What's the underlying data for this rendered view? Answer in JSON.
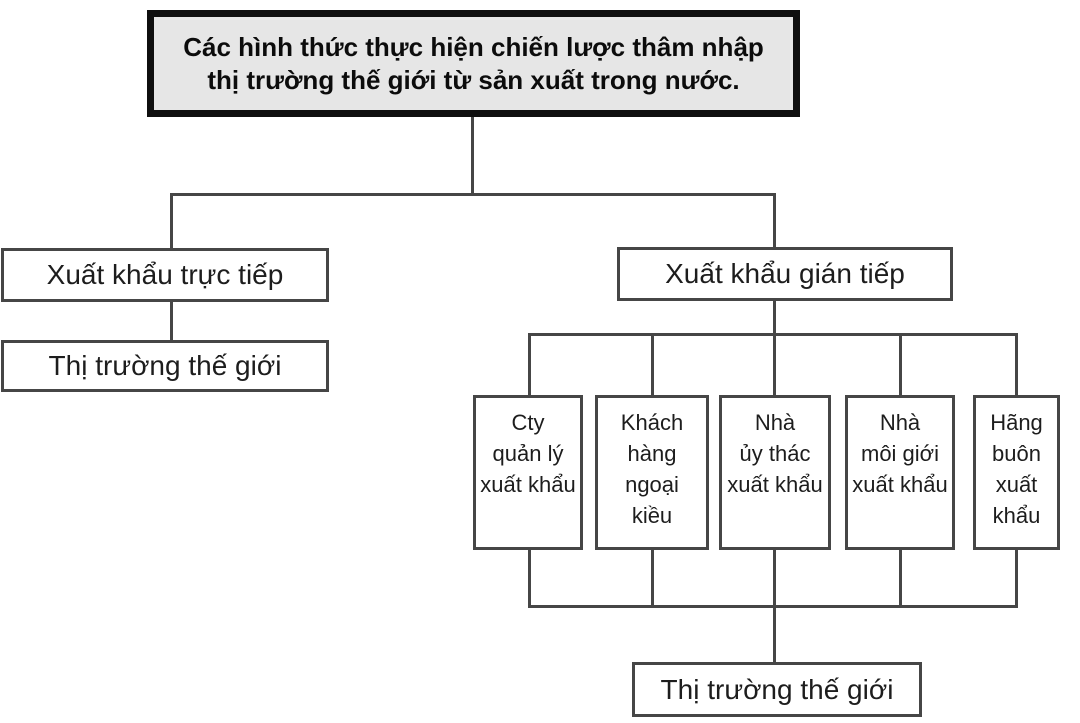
{
  "diagram": {
    "title": {
      "line1": "Các hình thức thực hiện chiến lược thâm nhập",
      "line2": "thị trường thế giới từ sản xuất trong nước."
    },
    "left_branch": {
      "direct_export": "Xuất khẩu trực tiếp",
      "world_market": "Thị trường thế giới"
    },
    "right_branch": {
      "indirect_export": "Xuất khẩu gián tiếp",
      "intermediaries": [
        {
          "name": "Cty quản lý xuất khẩu",
          "lines": [
            "Cty",
            "quản lý",
            "xuất khẩu"
          ]
        },
        {
          "name": "Khách hàng ngoại kiều",
          "lines": [
            "Khách",
            "hàng",
            "ngoại",
            "kiều"
          ]
        },
        {
          "name": "Nhà ủy thác xuất khẩu",
          "lines": [
            "Nhà",
            "ủy thác",
            "xuất khẩu"
          ]
        },
        {
          "name": "Nhà môi giới xuất khẩu",
          "lines": [
            "Nhà",
            "môi giới",
            "xuất khẩu"
          ]
        },
        {
          "name": "Hãng buôn xuất khẩu",
          "lines": [
            "Hãng",
            "buôn",
            "xuất",
            "khẩu"
          ]
        }
      ],
      "world_market": "Thị trường thế giới"
    },
    "colors": {
      "background": "#ffffff",
      "title_fill": "#e6e6e6",
      "title_border": "#0f0f0f",
      "box_fill": "#ffffff",
      "box_border": "#464646",
      "connector": "#464646",
      "text": "#1d1d1d"
    }
  }
}
